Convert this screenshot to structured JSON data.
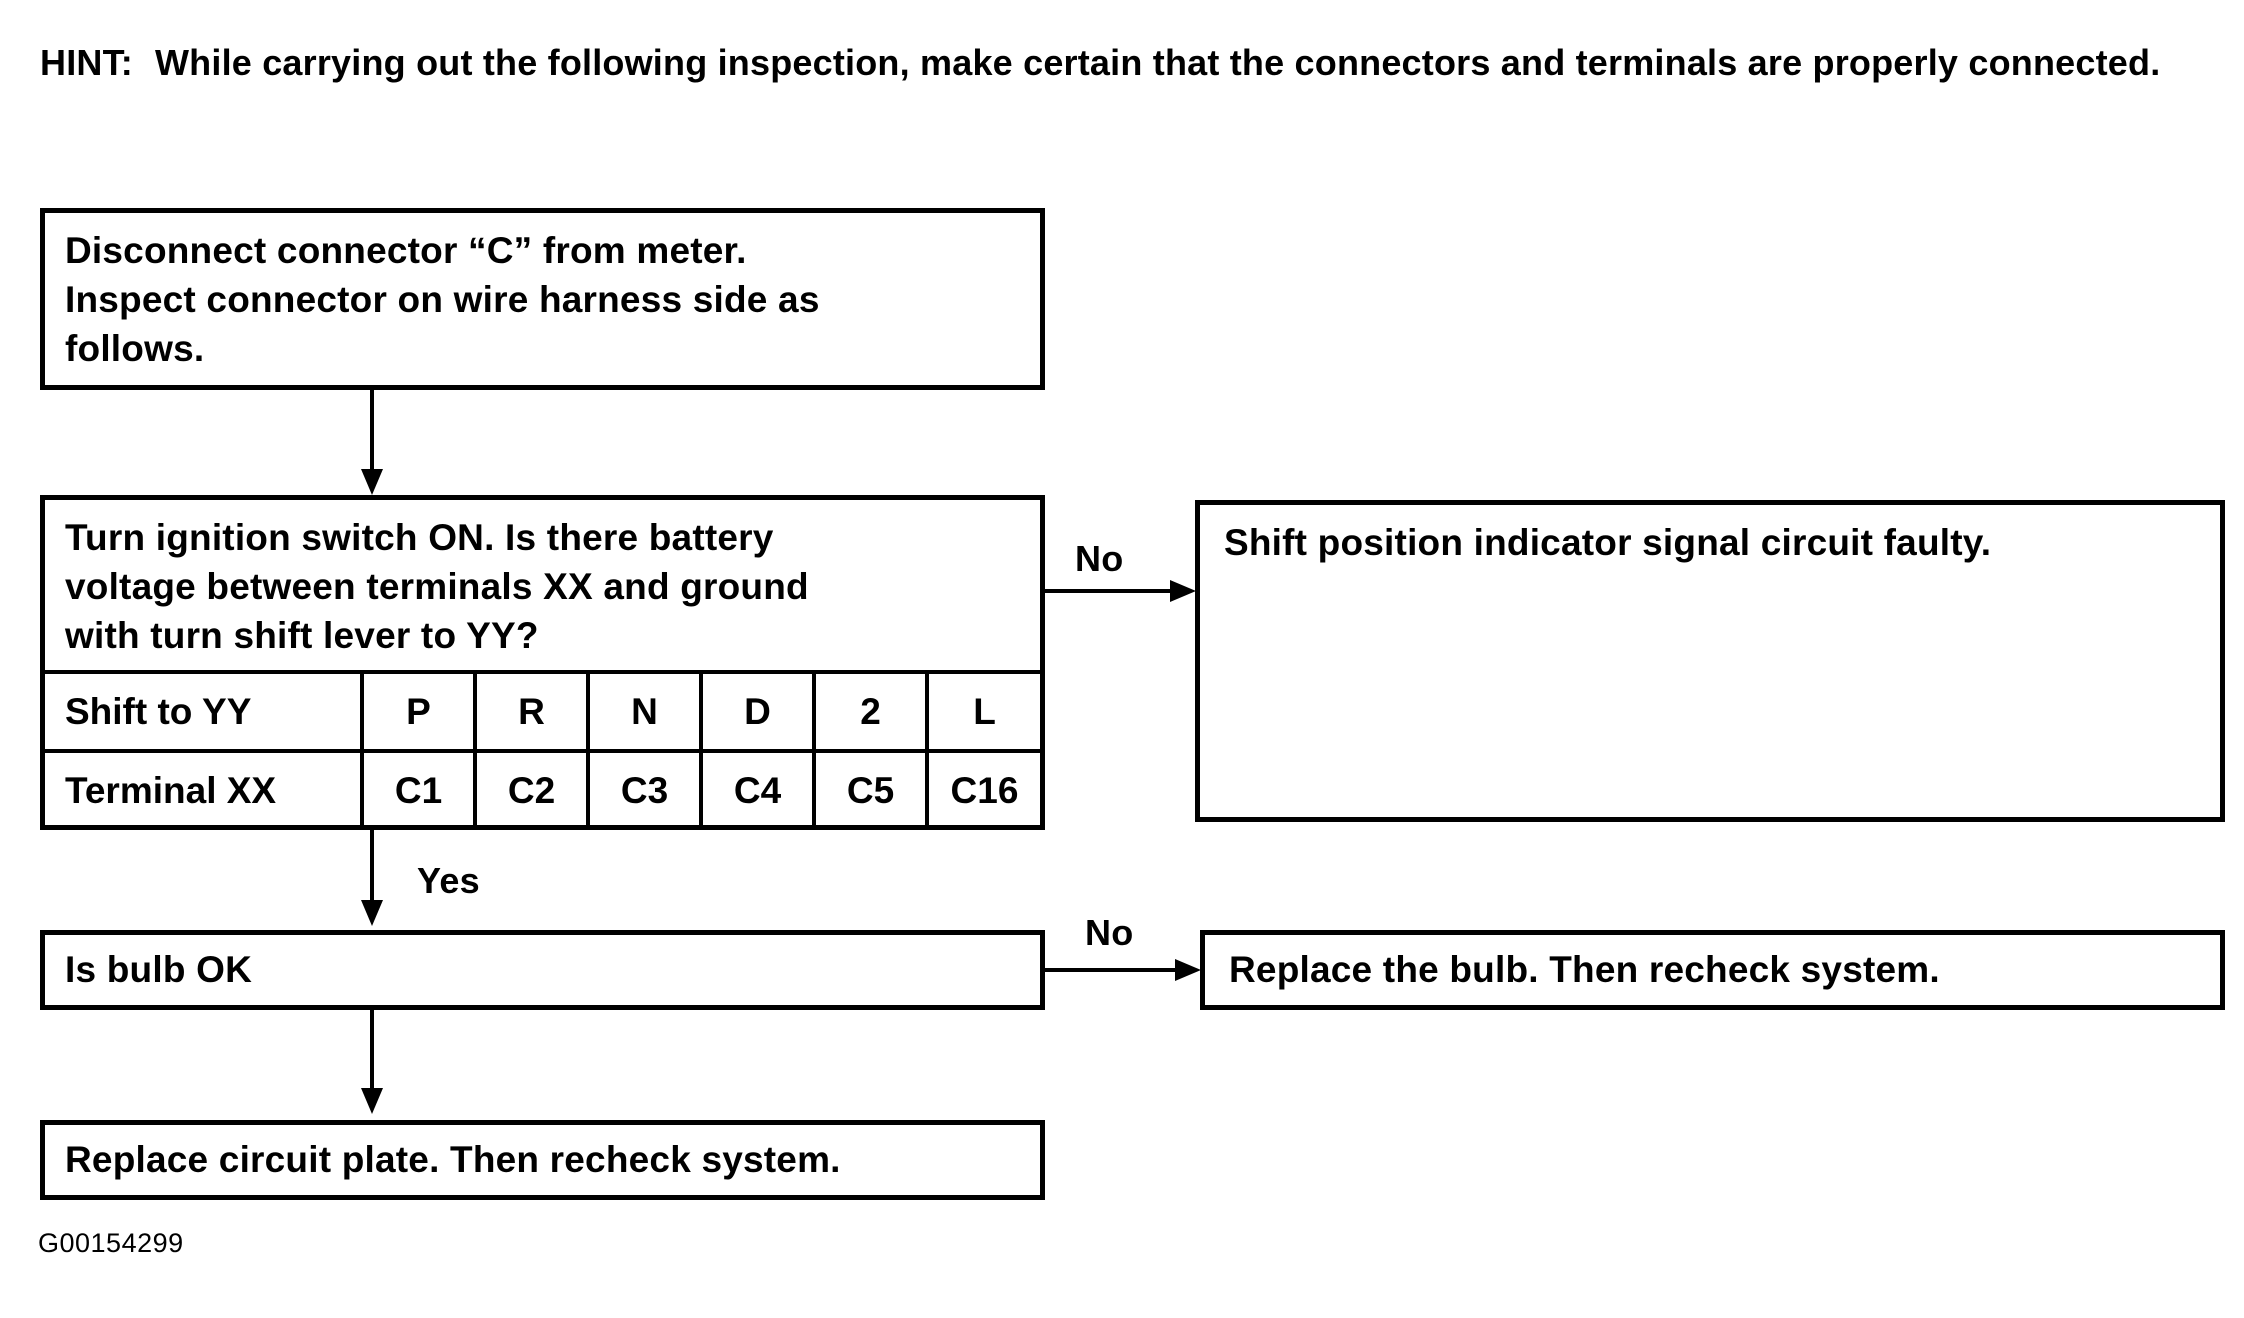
{
  "figure": {
    "code": "G00154299",
    "ink_color": "#000000",
    "background_color": "#ffffff"
  },
  "hint": {
    "label": "HINT:",
    "text": "While carrying out the following inspection, make certain that the connectors and terminals are properly connected."
  },
  "flow": {
    "box_disconnect": {
      "line1": "Disconnect connector “C” from meter.",
      "line2": "Inspect connector on wire harness side as",
      "line3": "follows."
    },
    "box_question": {
      "line1": "Turn ignition switch ON. Is there battery",
      "line2": "voltage between terminals XX and ground",
      "line3": "with turn shift lever to YY?"
    },
    "box_circuit_faulty": {
      "text": "Shift position indicator signal circuit faulty."
    },
    "box_bulb_ok": {
      "text": "Is bulb OK"
    },
    "box_replace_bulb": {
      "text": "Replace the bulb. Then recheck system."
    },
    "box_replace_plate": {
      "text": "Replace circuit plate. Then recheck system."
    },
    "branches": {
      "question_no": "No",
      "question_yes": "Yes",
      "bulb_no": "No"
    }
  },
  "shift_table": {
    "rows": [
      {
        "header": "Shift to YY",
        "cells": [
          "P",
          "R",
          "N",
          "D",
          "2",
          "L"
        ]
      },
      {
        "header": "Terminal XX",
        "cells": [
          "C1",
          "C2",
          "C3",
          "C4",
          "C5",
          "C16"
        ]
      }
    ]
  }
}
